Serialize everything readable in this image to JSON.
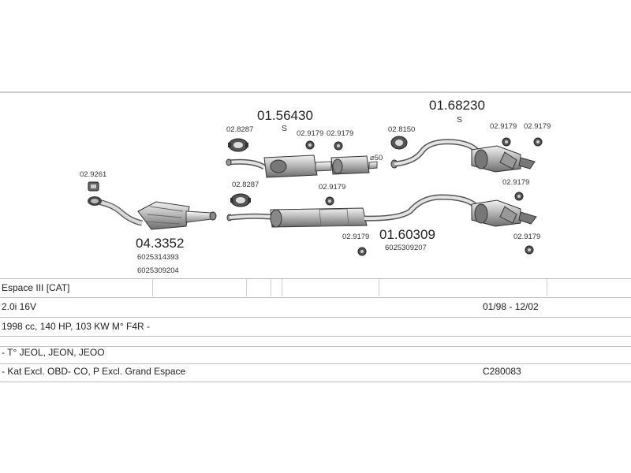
{
  "muffler_top": {
    "part_no": "01.56430",
    "tag": "S"
  },
  "muffler_rear_top": {
    "part_no": "01.68230",
    "tag": "S"
  },
  "muffler_bottom": {
    "part_no": "01.60309",
    "oem": "6025309207"
  },
  "catalyst": {
    "part_no": "04.3352",
    "oem_1": "6025314393",
    "oem_2": "6025309204"
  },
  "fittings": {
    "clamp_cat": "02.9261",
    "mount_top": "02.8287",
    "mount_bottom": "02.8287",
    "clamp_top_1": "02.9179",
    "clamp_top_2": "02.9179",
    "clamp_mid_bottom": "02.9179",
    "clamp_bottom_left": "02.9179",
    "connector": "02.8150",
    "pipe_diameter": "⌀50",
    "clamp_rear_1": "02.9179",
    "clamp_rear_2": "02.9179",
    "clamp_rear_3": "02.9179",
    "clamp_rear_4": "02.9179"
  },
  "table": {
    "model": "Espace III  [CAT]",
    "engine": "2.0i 16V",
    "years": "01/98 - 12/02",
    "specs": "1998 cc, 140 HP, 103 KW M° F4R -",
    "types": "- T° JEOL, JEON, JEOO",
    "notes": "- Kat Excl. OBD- CO, P Excl. Grand Espace",
    "code": "C280083"
  }
}
